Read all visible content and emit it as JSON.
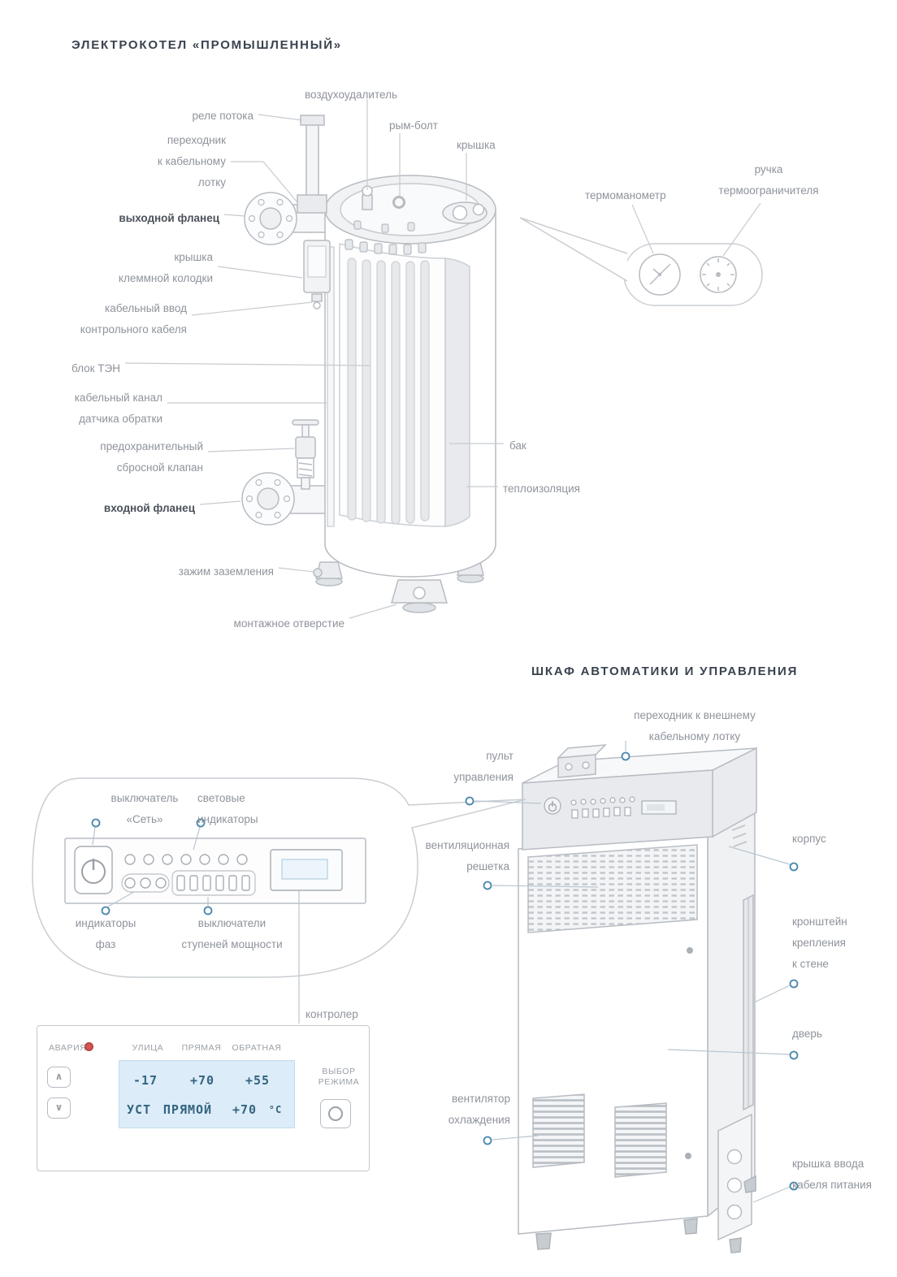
{
  "titles": {
    "boiler": "ЭЛЕКТРОКОТЕЛ «ПРОМЫШЛЕННЫЙ»",
    "cabinet": "ШКАФ АВТОМАТИКИ И УПРАВЛЕНИЯ"
  },
  "boiler_labels": {
    "air_vent": "воздухоудалитель",
    "flow_relay": "реле потока",
    "cable_tray_adapter": "переходник\nк кабельному\nлотку",
    "outlet_flange": "выходной фланец",
    "terminal_cover": "крышка\nклеммной колодки",
    "control_cable_entry": "кабельный ввод\nконтрольного кабеля",
    "heater_block": "блок ТЭН",
    "return_sensor_duct": "кабельный канал\nдатчика обратки",
    "safety_valve": "предохранительный\nсбросной клапан",
    "inlet_flange": "входной фланец",
    "ground_clamp": "зажим заземления",
    "mounting_hole": "монтажное отверстие",
    "eye_bolt": "рым-болт",
    "lid": "крышка",
    "thermomanometer": "термоманометр",
    "limiter_handle": "ручка\nтермоограничителя",
    "tank": "бак",
    "insulation": "теплоизоляция"
  },
  "cabinet_labels": {
    "ext_tray_adapter": "переходник к внешнему\nкабельному лотку",
    "control_panel": "пульт\nуправления",
    "vent_grille": "вентиляционная\nрешетка",
    "body": "корпус",
    "wall_bracket": "кронштейн\nкрепления\nк стене",
    "door": "дверь",
    "cooling_fan": "вентилятор\nохлаждения",
    "power_cable_cover": "крышка ввода\nкабеля питания"
  },
  "panel_callout": {
    "mains_switch": "выключатель\n«Сеть»",
    "light_indicators": "световые\nиндикаторы",
    "phase_indicators": "индикаторы\nфаз",
    "power_step_switches": "выключатели\nступеней мощности",
    "controller": "контролер"
  },
  "controller": {
    "alarm": "АВАРИЯ",
    "col_outdoor": "УЛИЦА",
    "col_supply": "ПРЯМАЯ",
    "col_return": "ОБРАТНАЯ",
    "val_outdoor": "-17",
    "val_supply": "+70",
    "val_return": "+55",
    "set_label": "УСТ",
    "set_mode": "ПРЯМОЙ",
    "set_value": "+70",
    "set_unit": "°C",
    "mode_select": "ВЫБОР\nРЕЖИМА",
    "up_glyph": "∧",
    "down_glyph": "∨"
  },
  "colors": {
    "accent_blue": "#4886ad",
    "label_gray": "#8e939b",
    "alarm_red": "#d95550",
    "display_bg": "#dcecf8"
  }
}
